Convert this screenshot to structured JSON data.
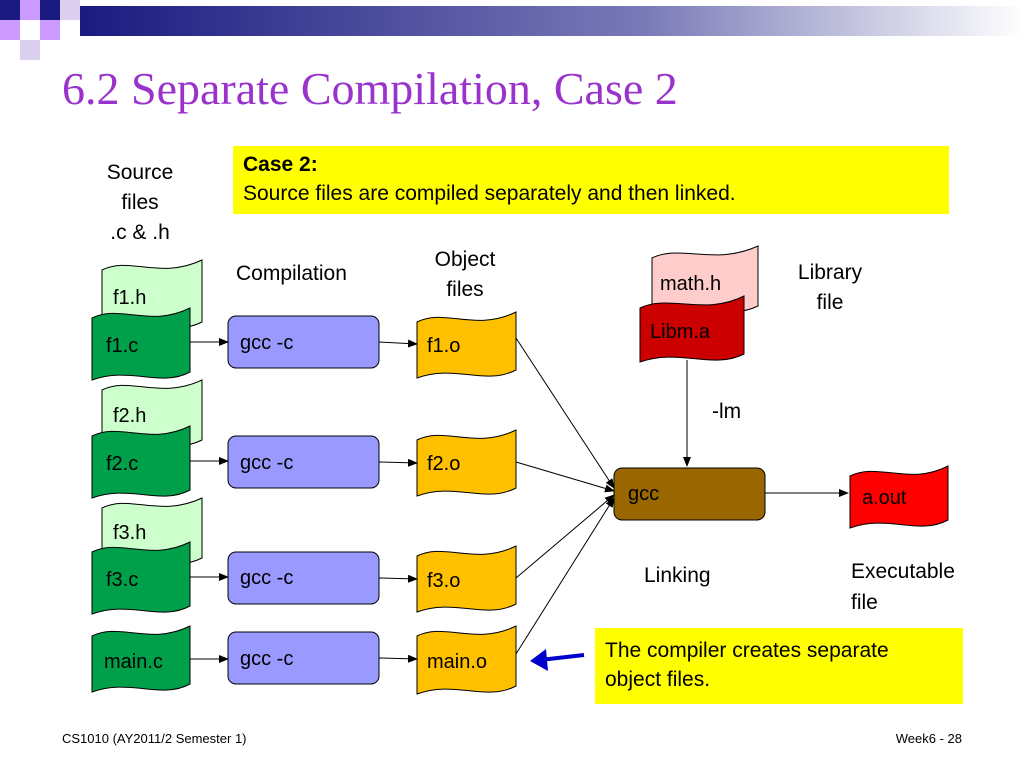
{
  "title": "6.2 Separate Compilation, Case 2",
  "labels": {
    "source": [
      "Source",
      "files",
      ".c & .h"
    ],
    "compilation": "Compilation",
    "object": [
      "Object",
      "files"
    ],
    "library": [
      "Library",
      "file"
    ],
    "lm": "-lm",
    "linking": "Linking",
    "executable": [
      "Executable",
      "file"
    ]
  },
  "case_box": {
    "heading": "Case 2:",
    "text": "Source files are compiled separately and then linked."
  },
  "rows": [
    {
      "header": "f1.h",
      "source": "f1.c",
      "command": "gcc -c",
      "object": "f1.o"
    },
    {
      "header": "f2.h",
      "source": "f2.c",
      "command": "gcc -c",
      "object": "f2.o"
    },
    {
      "header": "f3.h",
      "source": "f3.c",
      "command": "gcc -c",
      "object": "f3.o"
    },
    {
      "header": null,
      "source": "main.c",
      "command": "gcc -c",
      "object": "main.o"
    }
  ],
  "library_files": {
    "header": "math.h",
    "archive": "Libm.a"
  },
  "linker": "gcc",
  "output": "a.out",
  "note": [
    "The compiler creates separate",
    "object files."
  ],
  "footer": {
    "left": "CS1010 (AY2011/2 Semester 1)",
    "right": "Week6 - 28"
  },
  "colors": {
    "title": "#9933cc",
    "header_file": "#ccffcc",
    "source_file": "#00a04a",
    "command_box": "#9999ff",
    "object_file": "#ffc000",
    "math_h": "#ffcccc",
    "libm": "#cc0000",
    "linker": "#996600",
    "output": "#ff0000",
    "note_bg": "#ffff00",
    "arrow_blue": "#0000cc"
  }
}
